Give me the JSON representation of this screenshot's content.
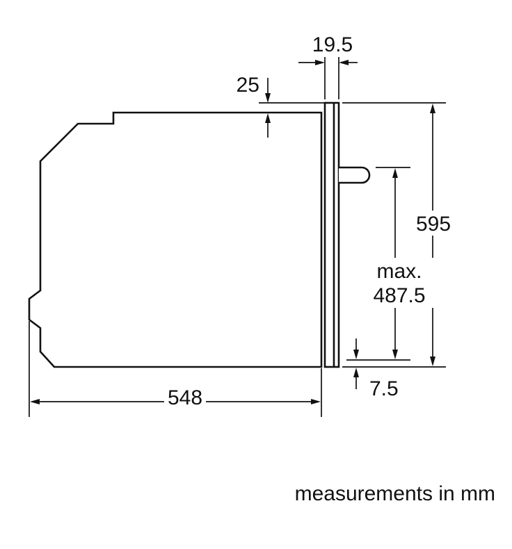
{
  "diagram": {
    "type": "technical-drawing-oven-side-view",
    "caption": "measurements in mm",
    "unit": "mm",
    "colors": {
      "line": "#111111",
      "background": "#ffffff"
    },
    "dimensions": {
      "door_thickness": "19.5",
      "top_overhang": "25",
      "height": "595",
      "max_label": "max.",
      "max_depth_value": "487.5",
      "bottom_clearance": "7.5",
      "depth": "548"
    }
  }
}
